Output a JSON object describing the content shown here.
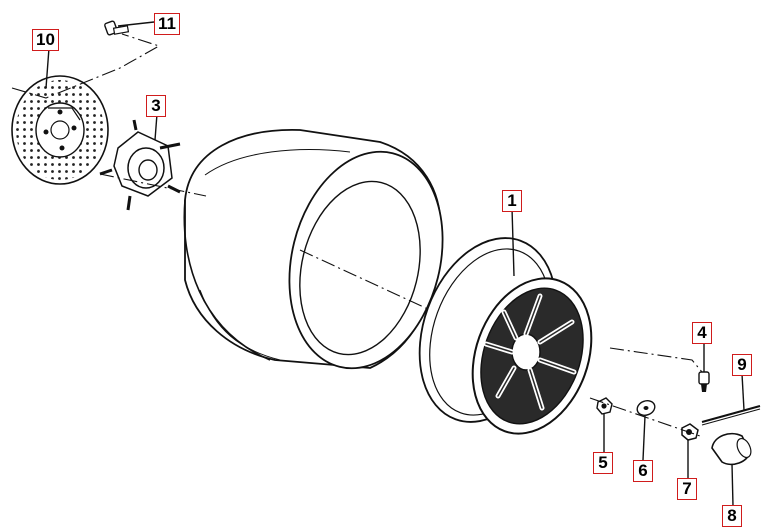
{
  "diagram": {
    "colors": {
      "callout_border": "#d01c1c",
      "line": "#111111"
    },
    "callouts": [
      {
        "id": "1",
        "label": "1"
      },
      {
        "id": "3",
        "label": "3"
      },
      {
        "id": "4",
        "label": "4"
      },
      {
        "id": "5",
        "label": "5"
      },
      {
        "id": "6",
        "label": "6"
      },
      {
        "id": "7",
        "label": "7"
      },
      {
        "id": "8",
        "label": "8"
      },
      {
        "id": "9",
        "label": "9"
      },
      {
        "id": "10",
        "label": "10"
      },
      {
        "id": "11",
        "label": "11"
      }
    ]
  }
}
